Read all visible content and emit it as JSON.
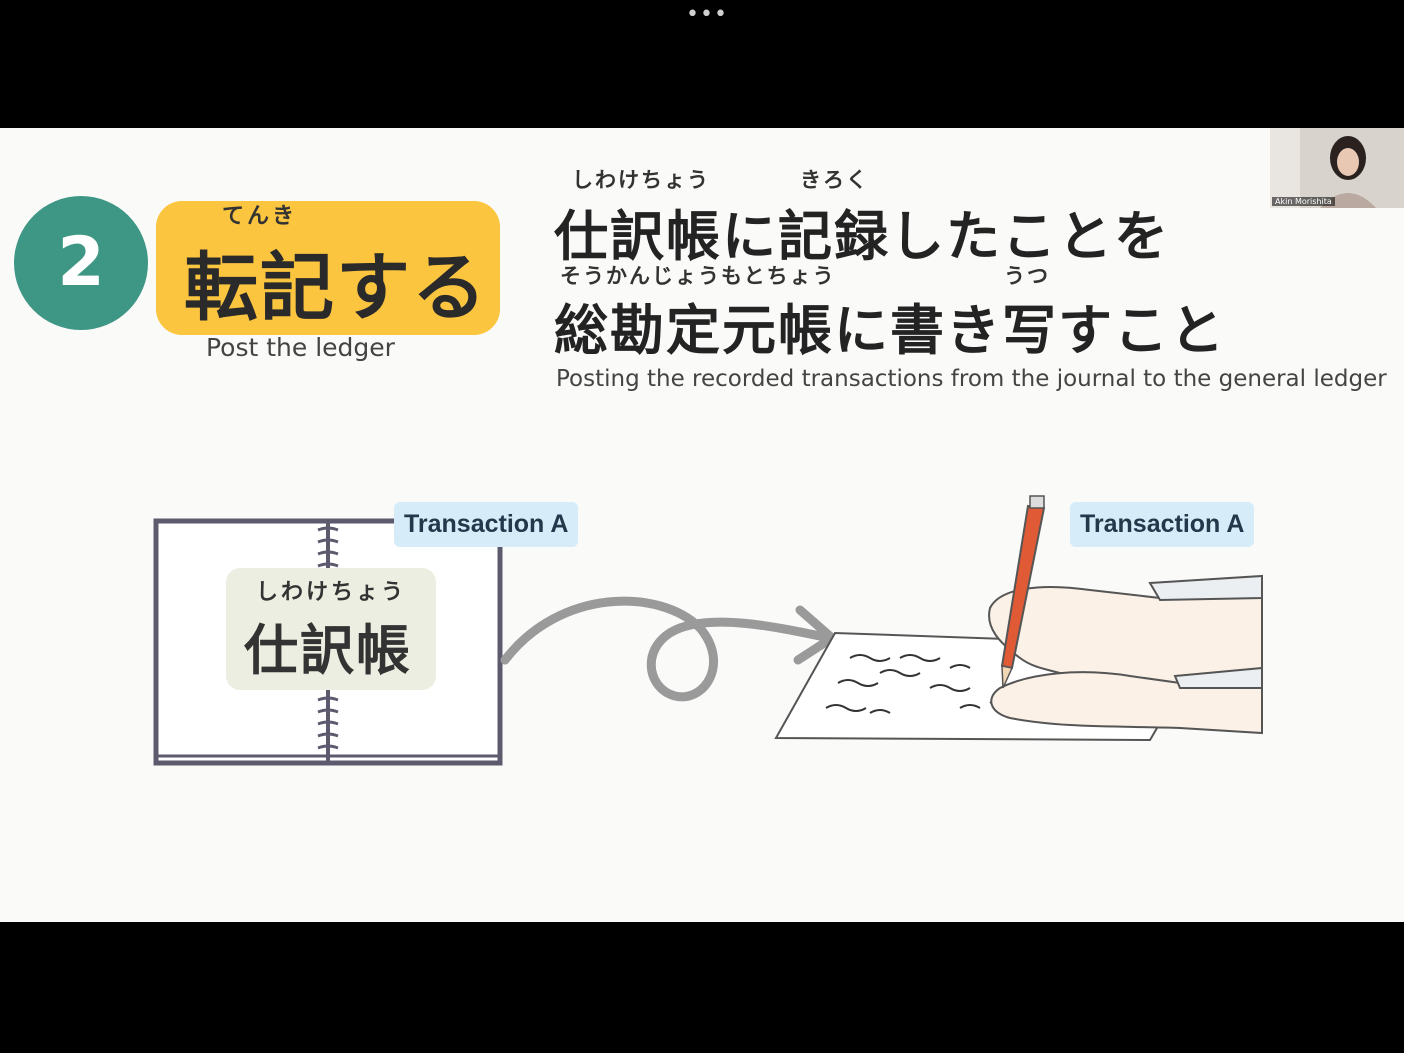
{
  "window": {
    "more_icon": "•••"
  },
  "slide": {
    "step_number": "2",
    "title": {
      "ruby": "てんき",
      "text": "転記する",
      "subtitle": "Post the ledger"
    },
    "description": {
      "line1_ruby_a": "しわけちょう",
      "line1_ruby_b": "きろく",
      "line1": "仕訳帳に記録したことを",
      "line2_ruby_a": "そうかんじょうもとちょう",
      "line2_ruby_b": "うつ",
      "line2": "総勘定元帳に書き写すこと",
      "english": "Posting the recorded transactions from the journal to the general ledger"
    },
    "journal": {
      "ruby": "しわけちょう",
      "label": "仕訳帳",
      "tag": "Transaction A"
    },
    "ledger": {
      "tag": "Transaction A"
    }
  },
  "webcam": {
    "participant_name": "Akin Morishita"
  },
  "colors": {
    "step_circle": "#3e9785",
    "title_pill": "#fcc540",
    "tag_bg": "#d6ecf8",
    "notebook": "#5d5a6e",
    "pencil": "#e15a36"
  },
  "icons": [
    "more-icon",
    "notebook-icon",
    "curly-arrow-icon",
    "writing-hands-icon",
    "pencil-icon"
  ]
}
